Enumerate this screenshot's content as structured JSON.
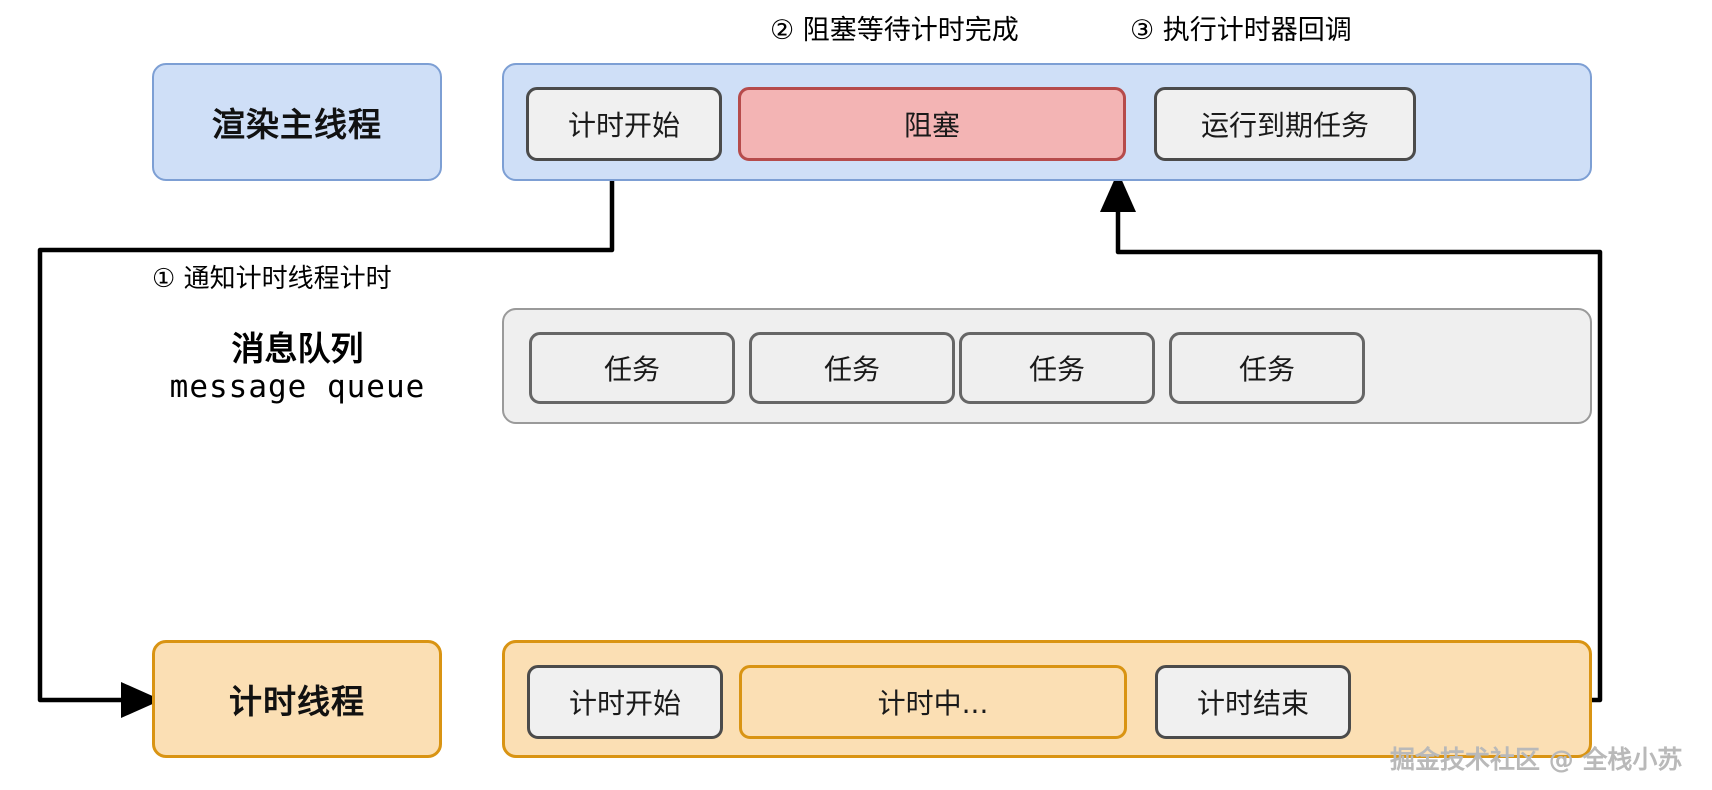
{
  "diagram": {
    "title": "setTimeout / timer thread blocking flow",
    "colors": {
      "main_thread_fill": "#cfdff7",
      "main_thread_border": "#7d9fd4",
      "timer_thread_fill": "#fbdfb4",
      "timer_thread_border": "#d99413",
      "blocked_fill": "#f3b4b4",
      "blocked_border": "#b64b4b",
      "queue_fill": "#efefef",
      "queue_border": "#9a9a9a",
      "chip_fill": "#f0f0f0",
      "chip_border": "#4b4b4b",
      "arrow": "#000000",
      "watermark": "#b9b9b9"
    },
    "annotations": [
      {
        "id": "step1",
        "text": "① 通知计时线程计时"
      },
      {
        "id": "step2",
        "text": "② 阻塞等待计时完成"
      },
      {
        "id": "step3",
        "text": "③ 执行计时器回调"
      }
    ],
    "lanes": {
      "main_thread": {
        "label": "渲染主线程",
        "chips": [
          {
            "id": "timer-start",
            "text": "计时开始",
            "kind": "plain"
          },
          {
            "id": "blocked",
            "text": "阻塞",
            "kind": "blocked"
          },
          {
            "id": "run-expired-task",
            "text": "运行到期任务",
            "kind": "plain"
          }
        ]
      },
      "message_queue": {
        "label_cn": "消息队列",
        "label_en": "message queue",
        "chips": [
          {
            "id": "task-1",
            "text": "任务",
            "kind": "task"
          },
          {
            "id": "task-2",
            "text": "任务",
            "kind": "task"
          },
          {
            "id": "task-3",
            "text": "任务",
            "kind": "task"
          },
          {
            "id": "task-4",
            "text": "任务",
            "kind": "task"
          }
        ]
      },
      "timer_thread": {
        "label": "计时线程",
        "chips": [
          {
            "id": "timing-start",
            "text": "计时开始",
            "kind": "plain"
          },
          {
            "id": "timing-running",
            "text": "计时中...",
            "kind": "wait"
          },
          {
            "id": "timing-end",
            "text": "计时结束",
            "kind": "plain"
          }
        ]
      }
    },
    "watermark": "掘金技术社区 @ 全栈小苏"
  }
}
